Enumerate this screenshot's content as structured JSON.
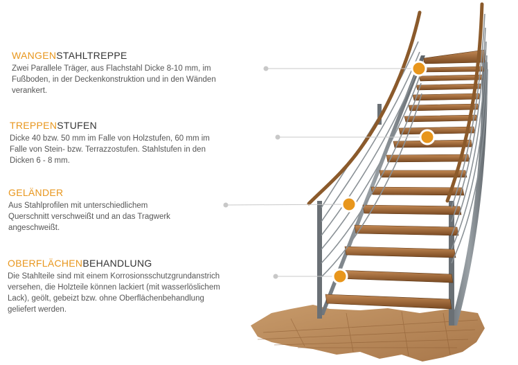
{
  "sections": [
    {
      "title_highlight": "WANGEN",
      "title_rest": "STAHLTREPPE",
      "lines": [
        "Zwei Parallele Träger, aus Flachstahl Dicke 8-10 mm, im",
        "Fußboden, in der Deckenkonstruktion und in den Wänden",
        "verankert."
      ]
    },
    {
      "title_highlight": "TREPPEN",
      "title_rest": "STUFEN",
      "lines": [
        "Dicke 40 bzw. 50 mm im Falle von Holzstufen, 60 mm im",
        "Falle von Stein- bzw. Terrazzostufen. Stahlstufen in den",
        "Dicken 6 - 8 mm."
      ]
    },
    {
      "title_highlight": "GELÄNDER",
      "title_rest": "",
      "lines": [
        "Aus Stahlprofilen mit unterschiedlichem",
        "Querschnitt verschweißt und an das Tragwerk",
        "angeschweißt."
      ]
    },
    {
      "title_highlight": "OBERFLÄCHEN",
      "title_rest": "BEHANDLUNG",
      "lines": [
        "Die Stahlteile sind mit einem Korrosionsschutzgrundanstrich",
        "versehen, die Holzteile können lackiert (mit wasserlöslichem",
        "Lack), geölt, gebeizt bzw. ohne Oberflächenbehandlung",
        "geliefert werden."
      ]
    }
  ],
  "colors": {
    "accent": "#e8961c",
    "text": "#555555",
    "heading": "#333333"
  }
}
